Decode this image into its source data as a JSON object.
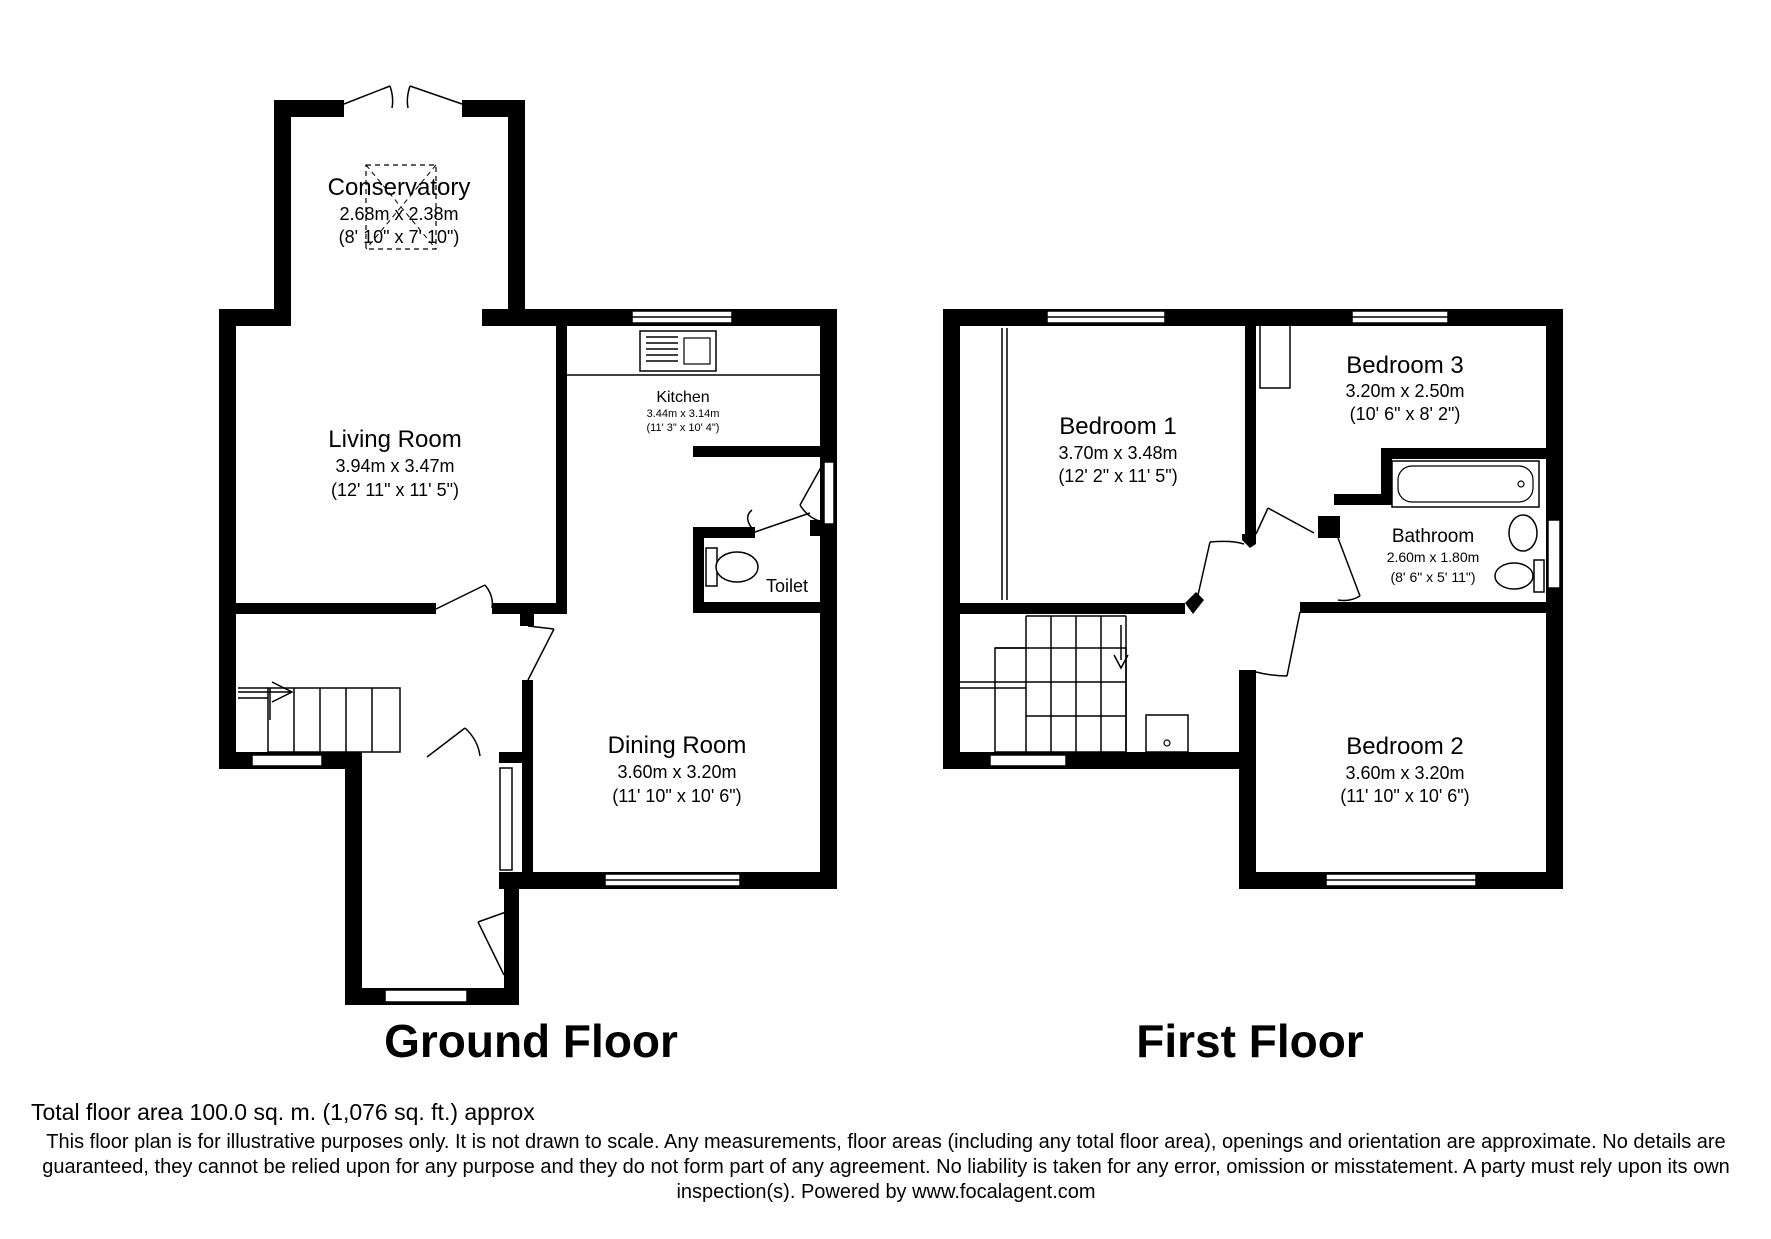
{
  "ground_floor": {
    "title": "Ground Floor",
    "rooms": {
      "conservatory": {
        "name": "Conservatory",
        "metric": "2.68m x 2.38m",
        "imperial": "(8' 10\" x 7' 10\")"
      },
      "living_room": {
        "name": "Living Room",
        "metric": "3.94m x 3.47m",
        "imperial": "(12' 11\" x 11' 5\")"
      },
      "kitchen": {
        "name": "Kitchen",
        "metric": "3.44m x 3.14m",
        "imperial": "(11' 3\" x 10' 4\")"
      },
      "toilet": {
        "name": "Toilet"
      },
      "dining_room": {
        "name": "Dining Room",
        "metric": "3.60m x 3.20m",
        "imperial": "(11' 10\" x 10' 6\")"
      }
    }
  },
  "first_floor": {
    "title": "First Floor",
    "rooms": {
      "bedroom_1": {
        "name": "Bedroom 1",
        "metric": "3.70m x 3.48m",
        "imperial": "(12' 2\" x 11' 5\")"
      },
      "bedroom_3": {
        "name": "Bedroom 3",
        "metric": "3.20m x 2.50m",
        "imperial": "(10' 6\" x 8' 2\")"
      },
      "bathroom": {
        "name": "Bathroom",
        "metric": "2.60m x 1.80m",
        "imperial": "(8' 6\" x 5' 11\")"
      },
      "bedroom_2": {
        "name": "Bedroom 2",
        "metric": "3.60m x 3.20m",
        "imperial": "(11' 10\" x 10' 6\")"
      }
    }
  },
  "footer": {
    "total_area": "Total floor area 100.0 sq. m. (1,076 sq. ft.) approx",
    "disclaimer": "This floor plan is for illustrative purposes only. It is not drawn to scale. Any measurements, floor areas (including any total floor area), openings and orientation are approximate. No details are guaranteed, they cannot be relied upon for any purpose and they do not form part of any agreement. No liability is taken for any error, omission or misstatement. A party must rely upon its own inspection(s). Powered by www.focalagent.com"
  }
}
